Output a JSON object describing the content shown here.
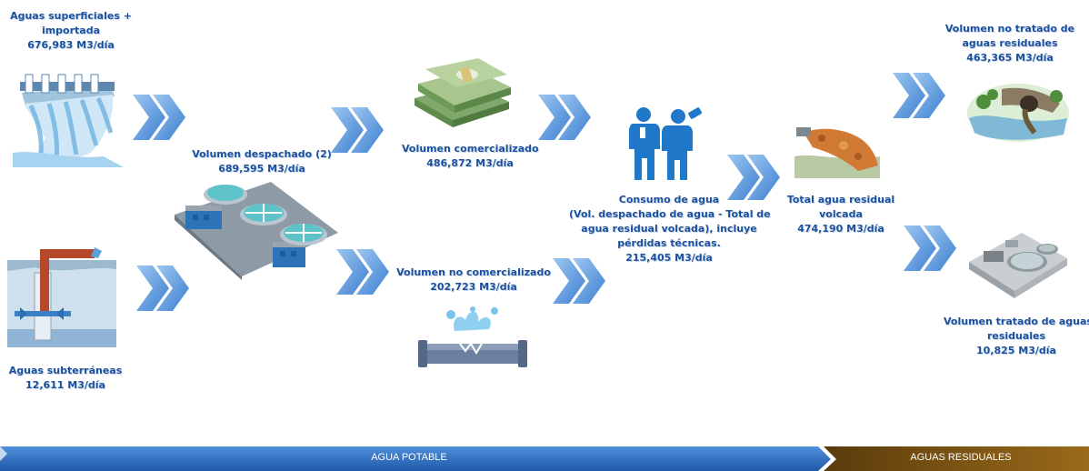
{
  "nodes": {
    "surface": {
      "line1": "Aguas superficiales +",
      "line2": "importada",
      "value": "676,983  M3/día"
    },
    "groundwater": {
      "line1": "Aguas subterráneas",
      "value": "12,611  M3/día"
    },
    "dispatched": {
      "line1": "Volumen despachado (2)",
      "value": "689,595  M3/día"
    },
    "commercialized": {
      "line1": "Volumen comercializado",
      "value": "486,872  M3/día"
    },
    "non_commercialized": {
      "line1": "Volumen  no comercializado",
      "value": "202,723  M3/día"
    },
    "consumption": {
      "line1": "Consumo de agua",
      "line2": "(Vol. despachado de agua - Total de",
      "line3": "agua residual volcada), incluye",
      "line4": "pérdidas técnicas.",
      "value": "215,405  M3/día"
    },
    "wastewater_total": {
      "line1": "Total agua residual",
      "line2": "volcada",
      "value": "474,190  M3/día"
    },
    "untreated": {
      "line1": "Volumen no tratado de",
      "line2": "aguas residuales",
      "value": "463,365  M3/día"
    },
    "treated": {
      "line1": "Volumen tratado de aguas",
      "line2": "residuales",
      "value": "10,825  M3/día"
    }
  },
  "banner": {
    "left_label": "AGUA POTABLE",
    "right_label": "AGUAS RESIDUALES",
    "left_color": "#2f6bbf",
    "right_color": "#7a5212"
  },
  "icons": [
    "dam-icon",
    "well-pump-icon",
    "treatment-plant-icon",
    "money-stack-icon",
    "broken-pipe-icon",
    "people-drinking-icon",
    "wastewater-discharge-icon",
    "river-outfall-icon",
    "wastewater-plant-icon",
    "chevron-arrow-icon"
  ]
}
